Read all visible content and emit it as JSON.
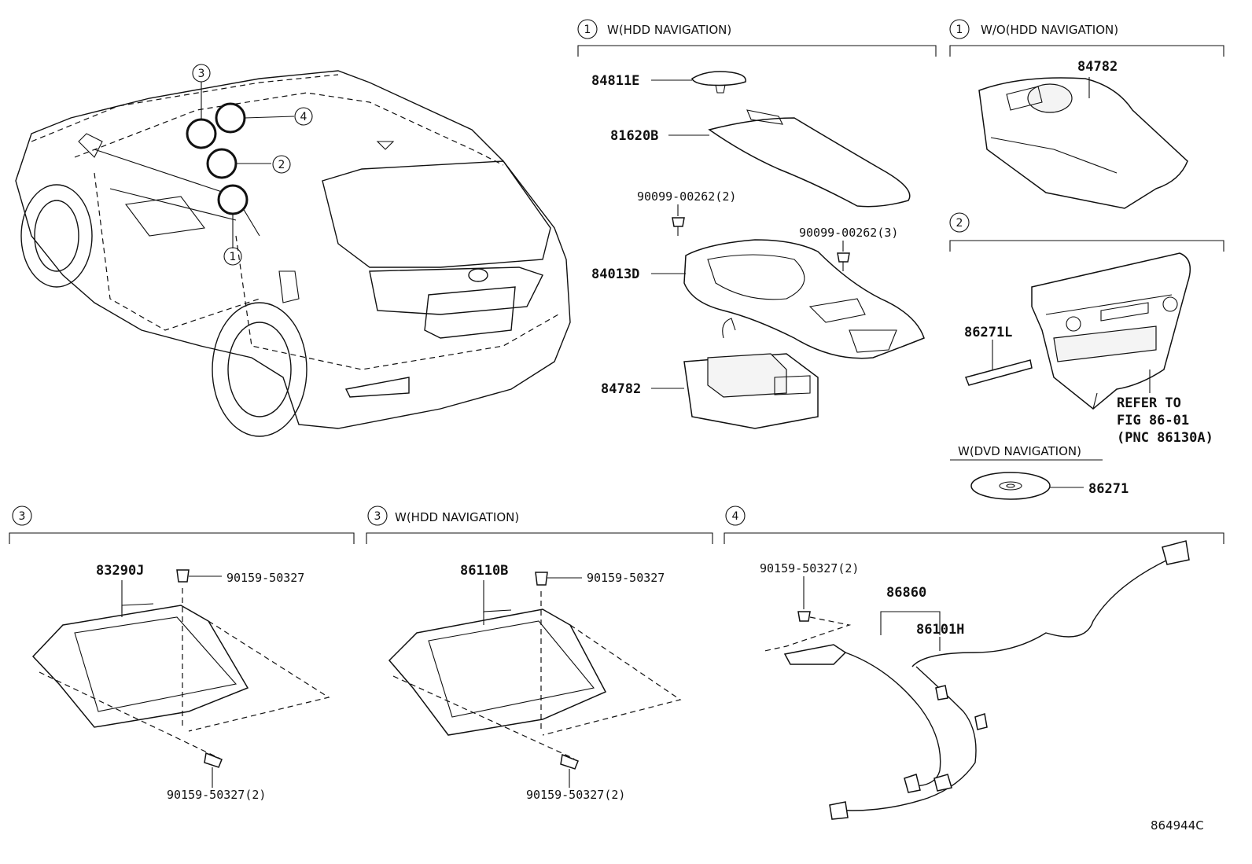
{
  "sections": {
    "s1_hdd": {
      "badge": "1",
      "title": "W(HDD NAVIGATION)"
    },
    "s1_wo": {
      "badge": "1",
      "title": "W/O(HDD NAVIGATION)"
    },
    "s2": {
      "badge": "2"
    },
    "s2_dvd": {
      "title": "W(DVD NAVIGATION)"
    },
    "s3": {
      "badge": "3"
    },
    "s3_hdd": {
      "badge": "3",
      "title": "W(HDD NAVIGATION)"
    },
    "s4": {
      "badge": "4"
    }
  },
  "vehicle": {
    "callouts": [
      "3",
      "4",
      "2",
      "1"
    ]
  },
  "parts": {
    "p84811E": "84811E",
    "p81620B": "81620B",
    "p90099_2": "90099-00262(2)",
    "p90099_3": "90099-00262(3)",
    "p84013D": "84013D",
    "p84782_a": "84782",
    "p84782_b": "84782",
    "p86271L": "86271L",
    "refer_1": "REFER TO",
    "refer_2": "FIG 86-01",
    "refer_3": "(PNC 86130A)",
    "p86271": "86271",
    "p83290J": "83290J",
    "p90159_a": "90159-50327",
    "p90159_a2": "90159-50327(2)",
    "p86110B": "86110B",
    "p90159_b": "90159-50327",
    "p90159_b2": "90159-50327(2)",
    "p90159_c2": "90159-50327(2)",
    "p86860": "86860",
    "p86101H": "86101H"
  },
  "diagram_id": "864944C"
}
